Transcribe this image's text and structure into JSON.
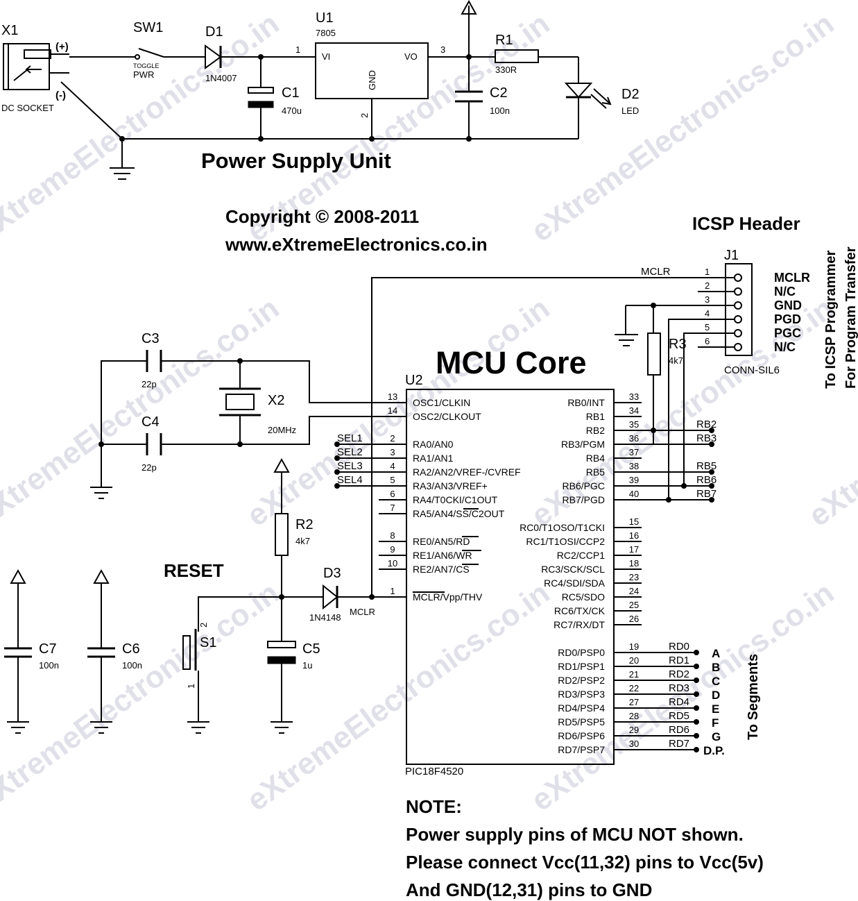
{
  "watermark": "eXtremeElectronics.co.in",
  "psu": {
    "title": "Power Supply Unit",
    "x1_ref": "X1",
    "x1_value": "DC SOCKET",
    "x1_plus": "(+)",
    "x1_minus": "(-)",
    "sw1_ref": "SW1",
    "sw1_sub": "TOGGLE",
    "sw1_value": "PWR",
    "d1_ref": "D1",
    "d1_value": "1N4007",
    "c1_ref": "C1",
    "c1_value": "470u",
    "u1_ref": "U1",
    "u1_value": "7805",
    "u1_vi": "VI",
    "u1_vo": "VO",
    "u1_gnd": "GND",
    "u1_pin1": "1",
    "u1_pin2": "2",
    "u1_pin3": "3",
    "c2_ref": "C2",
    "c2_value": "100n",
    "r1_ref": "R1",
    "r1_value": "330R",
    "d2_ref": "D2",
    "d2_value": "LED"
  },
  "copyright": {
    "line1": "Copyright © 2008-2011",
    "line2": "www.eXtremeElectronics.co.in"
  },
  "icsp": {
    "title": "ICSP Header",
    "j1_ref": "J1",
    "j1_value": "CONN-SIL6",
    "mclr_net": "MCLR",
    "pins": [
      "1",
      "2",
      "3",
      "4",
      "5",
      "6"
    ],
    "signals": [
      "MCLR",
      "N/C",
      "GND",
      "PGD",
      "PGC",
      "N/C"
    ],
    "side_line1": "To ICSP Programmer",
    "side_line2": "For Program Transfer",
    "r3_ref": "R3",
    "r3_value": "4k7"
  },
  "mcu": {
    "title": "MCU Core",
    "ref": "U2",
    "part": "PIC18F4520",
    "left_pins": [
      {
        "num": "13",
        "name": "OSC1/CLKIN"
      },
      {
        "num": "14",
        "name": "OSC2/CLKOUT"
      },
      {
        "num": "2",
        "name": "RA0/AN0"
      },
      {
        "num": "3",
        "name": "RA1/AN1"
      },
      {
        "num": "4",
        "name": "RA2/AN2/VREF-/CVREF"
      },
      {
        "num": "5",
        "name": "RA3/AN3/VREF+"
      },
      {
        "num": "6",
        "name": "RA4/T0CKI/C1OUT"
      },
      {
        "num": "7",
        "name": "RA5/AN4/SS/C2OUT"
      },
      {
        "num": "8",
        "name": "RE0/AN5/RD"
      },
      {
        "num": "9",
        "name": "RE1/AN6/WR"
      },
      {
        "num": "10",
        "name": "RE2/AN7/CS"
      },
      {
        "num": "1",
        "name": "MCLR/Vpp/THV"
      }
    ],
    "right_pins": [
      {
        "num": "33",
        "name": "RB0/INT"
      },
      {
        "num": "34",
        "name": "RB1"
      },
      {
        "num": "35",
        "name": "RB2"
      },
      {
        "num": "36",
        "name": "RB3/PGM"
      },
      {
        "num": "37",
        "name": "RB4"
      },
      {
        "num": "38",
        "name": "RB5"
      },
      {
        "num": "39",
        "name": "RB6/PGC"
      },
      {
        "num": "40",
        "name": "RB7/PGD"
      },
      {
        "num": "15",
        "name": "RC0/T1OSO/T1CKI"
      },
      {
        "num": "16",
        "name": "RC1/T1OSI/CCP2"
      },
      {
        "num": "17",
        "name": "RC2/CCP1"
      },
      {
        "num": "18",
        "name": "RC3/SCK/SCL"
      },
      {
        "num": "23",
        "name": "RC4/SDI/SDA"
      },
      {
        "num": "24",
        "name": "RC5/SDO"
      },
      {
        "num": "25",
        "name": "RC6/TX/CK"
      },
      {
        "num": "26",
        "name": "RC7/RX/DT"
      },
      {
        "num": "19",
        "name": "RD0/PSP0"
      },
      {
        "num": "20",
        "name": "RD1/PSP1"
      },
      {
        "num": "21",
        "name": "RD2/PSP2"
      },
      {
        "num": "22",
        "name": "RD3/PSP3"
      },
      {
        "num": "27",
        "name": "RD4/PSP4"
      },
      {
        "num": "28",
        "name": "RD5/PSP5"
      },
      {
        "num": "29",
        "name": "RD6/PSP6"
      },
      {
        "num": "30",
        "name": "RD7/PSP7"
      }
    ],
    "sel_nets": [
      "SEL1",
      "SEL2",
      "SEL3",
      "SEL4"
    ],
    "rb_nets": [
      "RB2",
      "RB3",
      "RB5",
      "RB6",
      "RB7"
    ],
    "rd_nets": [
      "RD0",
      "RD1",
      "RD2",
      "RD3",
      "RD4",
      "RD5",
      "RD6",
      "RD7"
    ],
    "segments": [
      "A",
      "B",
      "C",
      "D",
      "E",
      "F",
      "G",
      "D.P."
    ],
    "segments_label": "To Segments"
  },
  "osc": {
    "c3_ref": "C3",
    "c3_value": "22p",
    "c4_ref": "C4",
    "c4_value": "22p",
    "x2_ref": "X2",
    "x2_value": "20MHz"
  },
  "reset": {
    "title": "RESET",
    "r2_ref": "R2",
    "r2_value": "4k7",
    "d3_ref": "D3",
    "d3_value": "1N4148",
    "mclr_net": "MCLR",
    "s1_ref": "S1",
    "s1_pin1": "1",
    "s1_pin2": "2",
    "c5_ref": "C5",
    "c5_value": "1u"
  },
  "decoupling": {
    "c7_ref": "C7",
    "c7_value": "100n",
    "c6_ref": "C6",
    "c6_value": "100n"
  },
  "note": {
    "title": "NOTE:",
    "line1": "Power supply pins of MCU NOT shown.",
    "line2": "Please connect Vcc(11,32) pins to Vcc(5v)",
    "line3": "And GND(12,31) pins to GND"
  }
}
